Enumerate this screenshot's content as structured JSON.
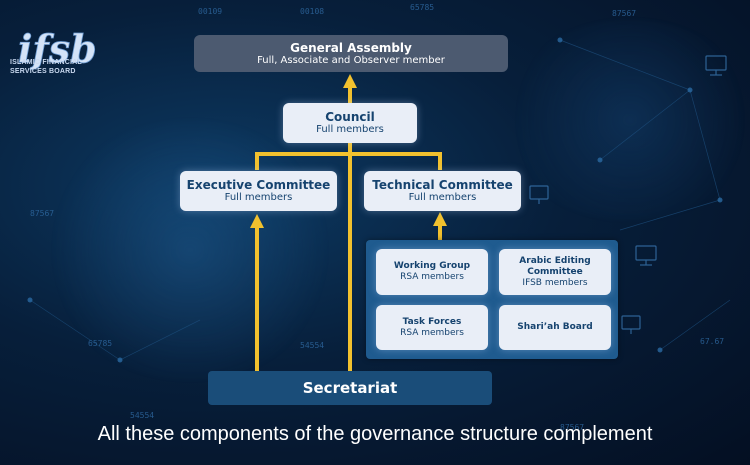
{
  "logo": {
    "mark": "ifsb",
    "name_line1": "ISLAMIC FINANCIAL",
    "name_line2": "SERVICES BOARD"
  },
  "diagram": {
    "general_assembly": {
      "title": "General Assembly",
      "subtitle": "Full, Associate and Observer member"
    },
    "council": {
      "title": "Council",
      "subtitle": "Full members"
    },
    "executive_committee": {
      "title": "Executive Committee",
      "subtitle": "Full members"
    },
    "technical_committee": {
      "title": "Technical Committee",
      "subtitle": "Full members"
    },
    "working_group": {
      "title": "Working Group",
      "subtitle": "RSA members"
    },
    "arabic_editing_committee": {
      "title_line1": "Arabic Editing",
      "title_line2": "Committee",
      "subtitle": "IFSB members"
    },
    "task_forces": {
      "title": "Task Forces",
      "subtitle": "RSA members"
    },
    "shariah_board": {
      "title": "Shari’ah Board"
    },
    "secretariat": {
      "title": "Secretariat"
    }
  },
  "background_numbers": [
    "00109",
    "00108",
    "65785",
    "87567",
    "87567",
    "54554",
    "65785",
    "87567",
    "54554",
    "67.67"
  ],
  "caption": "All these components of the governance structure complement",
  "colors": {
    "connector": "#f2c12e",
    "box_light": "#e9eef7",
    "box_dark": "#4c5a70",
    "panel": "#1f5b8f",
    "secretariat": "#1a4d79",
    "text_dark": "#16436f"
  }
}
